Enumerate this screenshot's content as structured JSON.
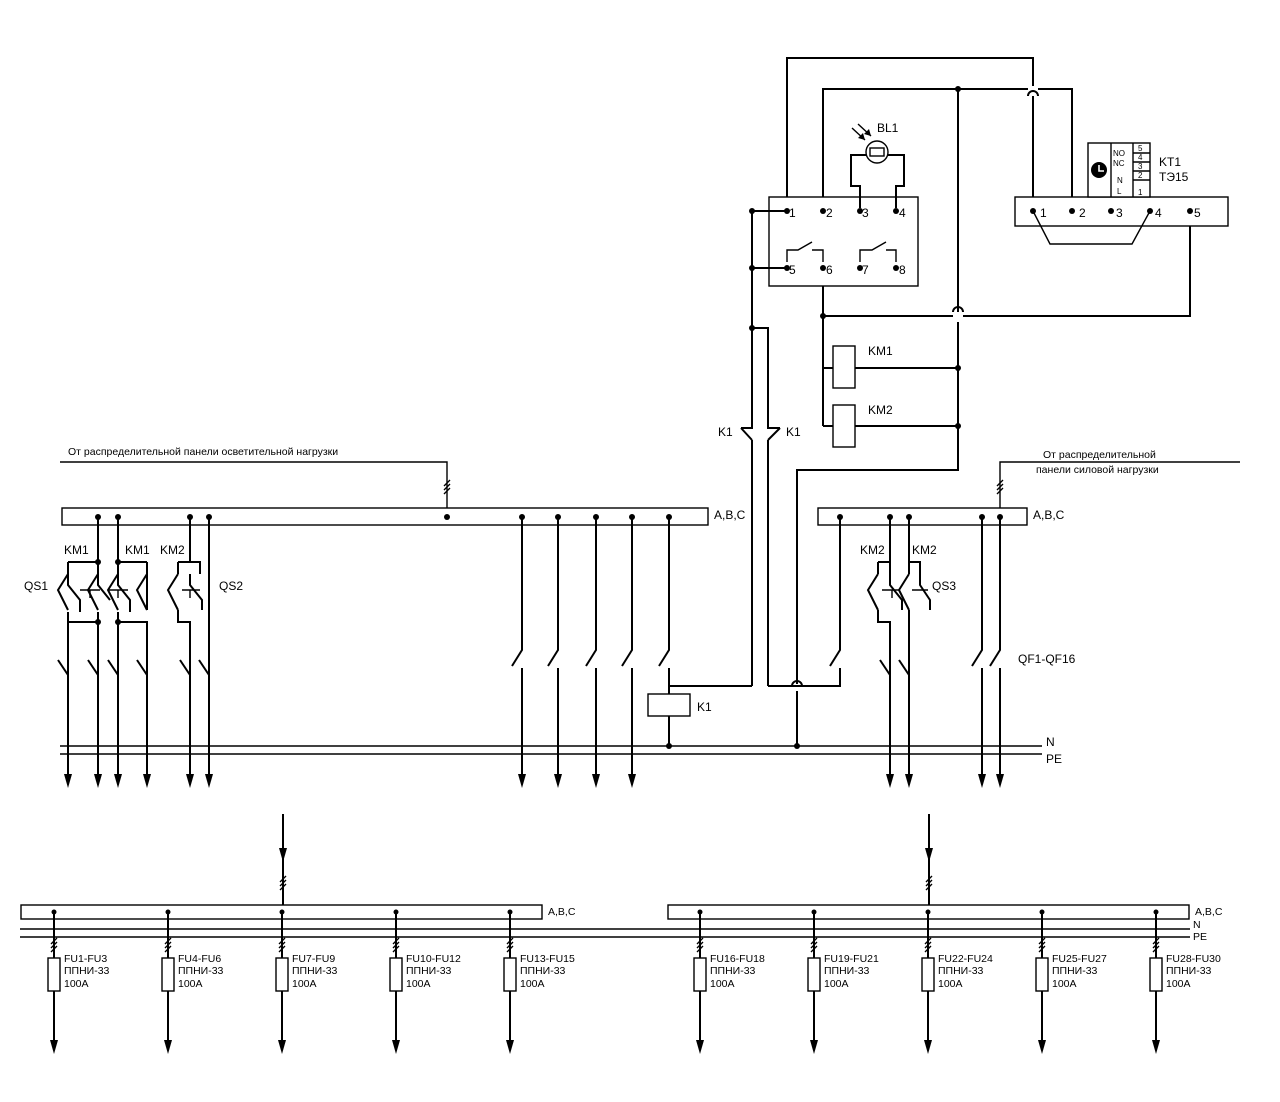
{
  "labels": {
    "lighting_source": "От распределительной панели осветительной нагрузки",
    "power_source_1": "От распределительной",
    "power_source_2": "панели силовой нагрузки",
    "busbar_abc": "A,B,C",
    "n": "N",
    "pe": "PE",
    "km1": "KM1",
    "km2": "KM2",
    "qs1": "QS1",
    "qs2": "QS2",
    "qs3": "QS3",
    "qf": "QF1-QF16",
    "k1": "K1",
    "bl1": "BL1",
    "kt1": "KT1",
    "te15": "ТЭ15"
  },
  "relay_terminals": [
    "1",
    "2",
    "3",
    "4",
    "5",
    "6",
    "7",
    "8"
  ],
  "timer_terminals": [
    "1",
    "2",
    "3",
    "4",
    "5"
  ],
  "timer_block": {
    "side": [
      "NO",
      "NC",
      "N",
      "L"
    ],
    "nums": [
      "5",
      "4",
      "3",
      "2",
      "1"
    ]
  },
  "fuse_groups": [
    {
      "range": "FU1-FU3",
      "type": "ППНИ-33",
      "rating": "100A"
    },
    {
      "range": "FU4-FU6",
      "type": "ППНИ-33",
      "rating": "100A"
    },
    {
      "range": "FU7-FU9",
      "type": "ППНИ-33",
      "rating": "100A"
    },
    {
      "range": "FU10-FU12",
      "type": "ППНИ-33",
      "rating": "100A"
    },
    {
      "range": "FU13-FU15",
      "type": "ППНИ-33",
      "rating": "100A"
    },
    {
      "range": "FU16-FU18",
      "type": "ППНИ-33",
      "rating": "100A"
    },
    {
      "range": "FU19-FU21",
      "type": "ППНИ-33",
      "rating": "100A"
    },
    {
      "range": "FU22-FU24",
      "type": "ППНИ-33",
      "rating": "100A"
    },
    {
      "range": "FU25-FU27",
      "type": "ППНИ-33",
      "rating": "100A"
    },
    {
      "range": "FU28-FU30",
      "type": "ППНИ-33",
      "rating": "100A"
    }
  ]
}
